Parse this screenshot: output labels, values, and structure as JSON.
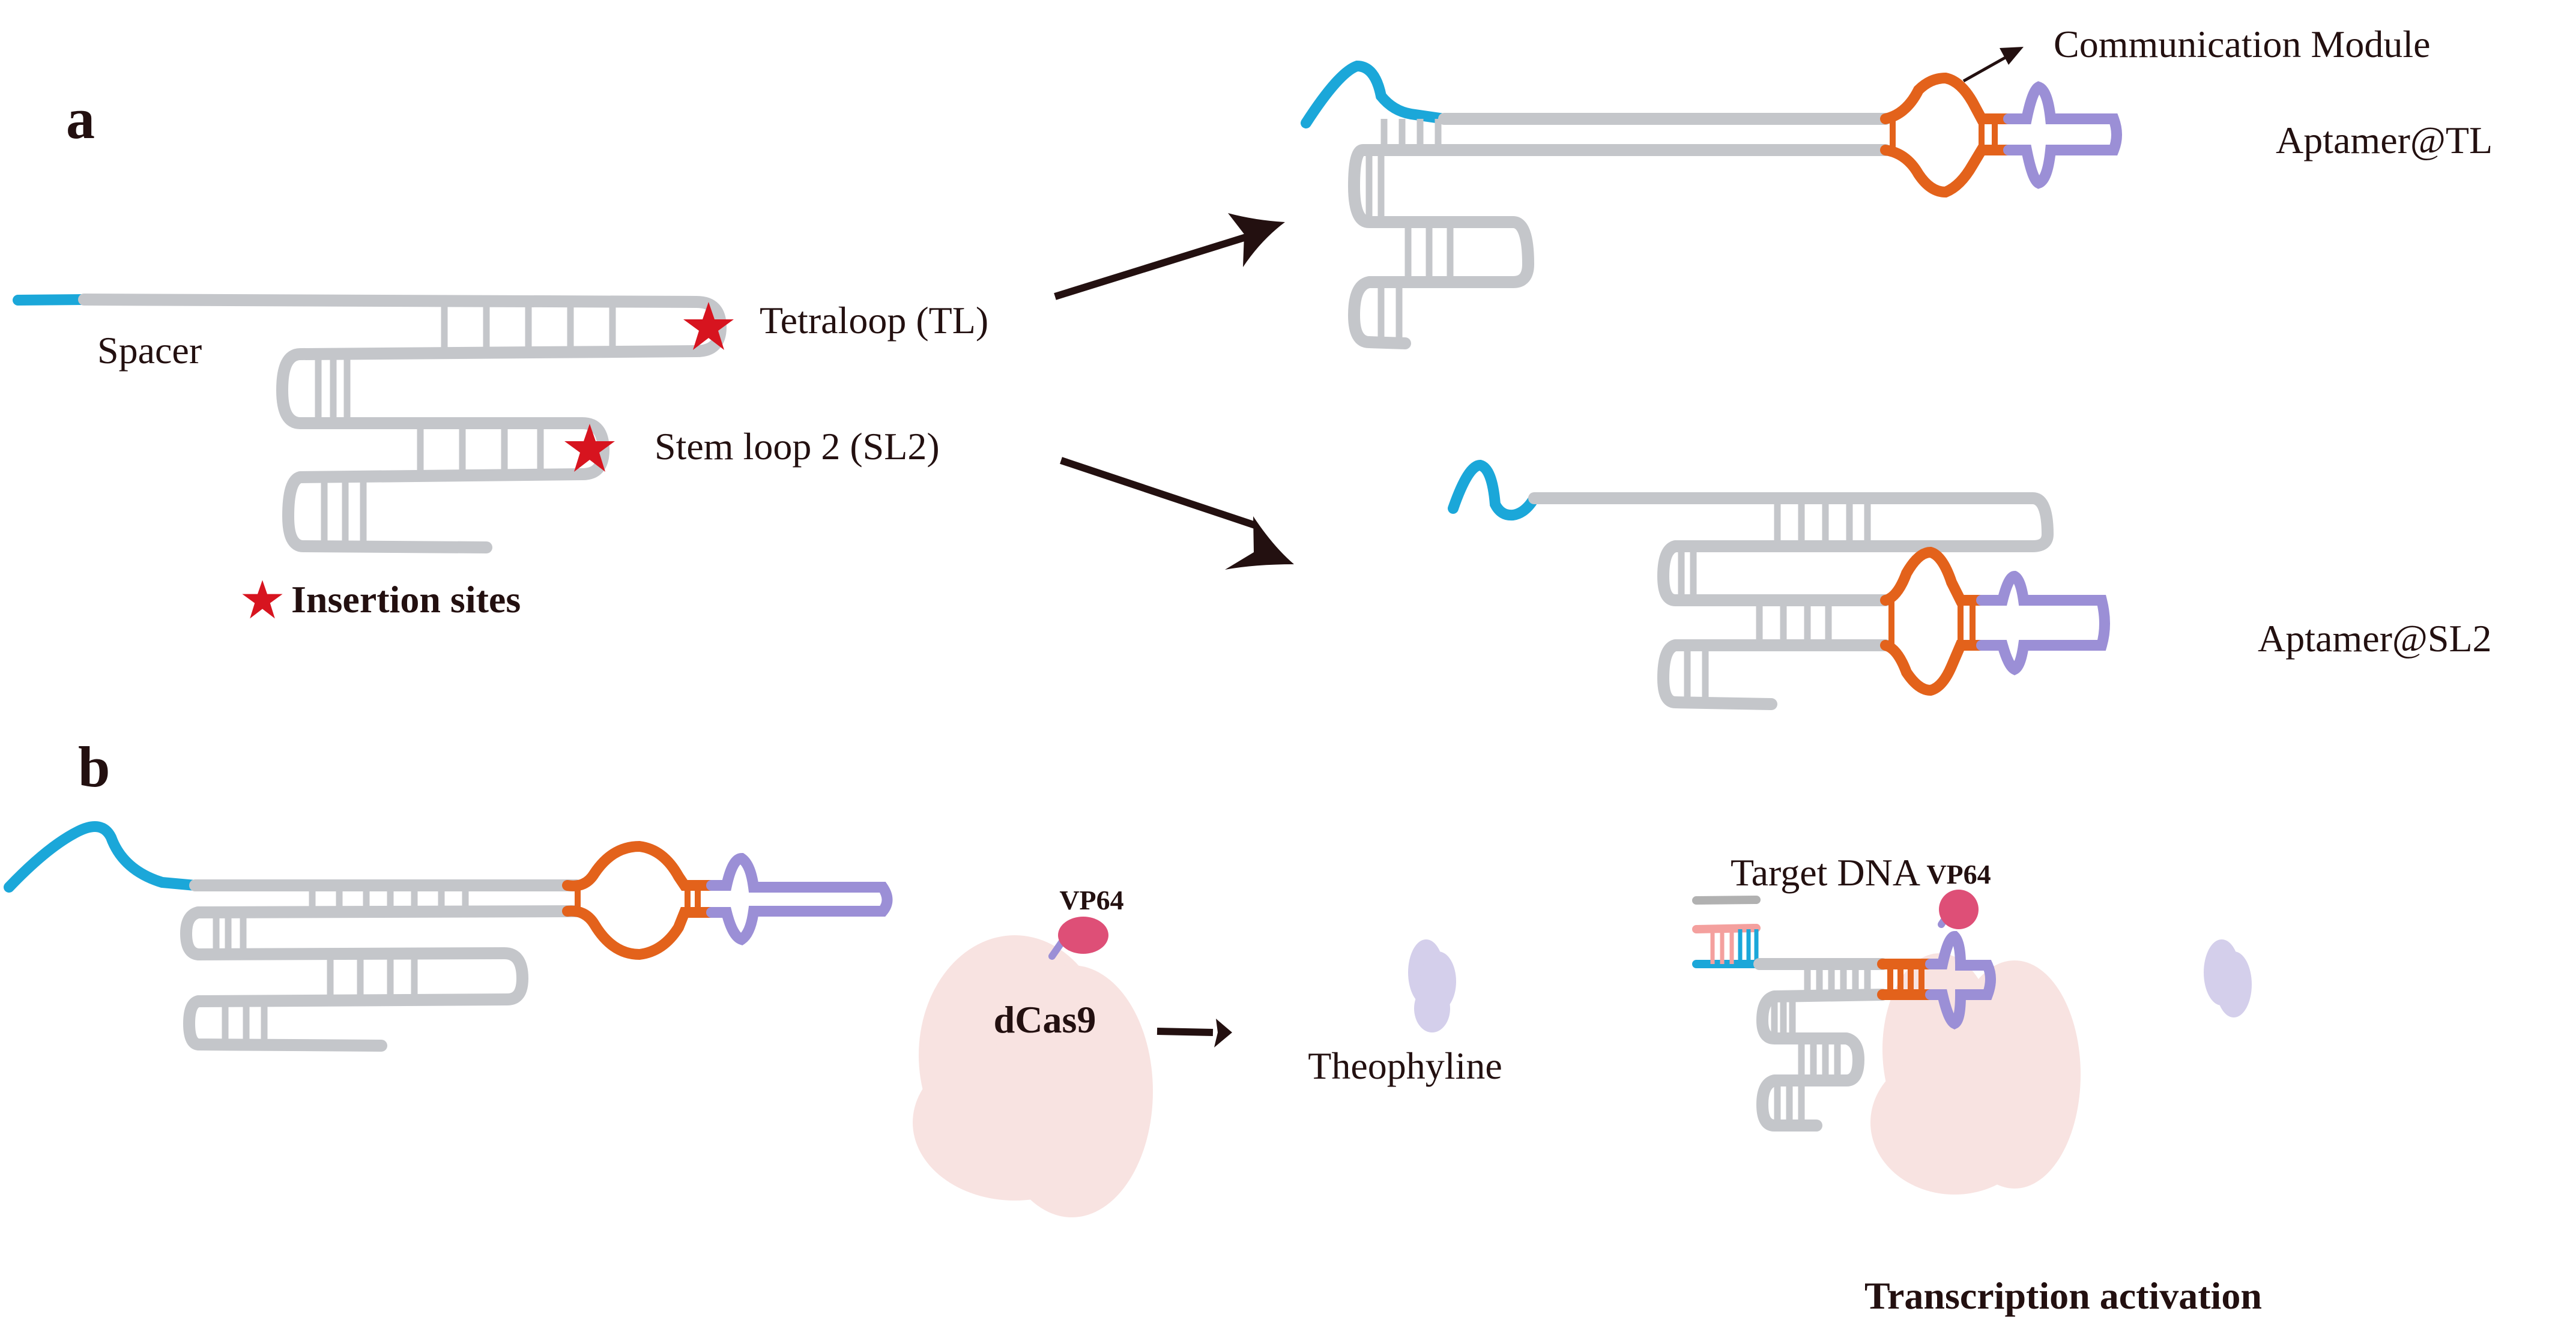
{
  "figure": {
    "panel_a": {
      "label": "a",
      "spacer_label": "Spacer",
      "tetraloop_label": "Tetraloop (TL)",
      "stemloop_label": "Stem loop 2 (SL2)",
      "legend_label": "Insertion sites",
      "communication_module_label": "Communication Module",
      "aptamer_tl_label": "Aptamer@TL",
      "aptamer_sl2_label": "Aptamer@SL2"
    },
    "panel_b": {
      "label": "b",
      "vp64_label": "VP64",
      "dcas9_label": "dCas9",
      "ligand_label": "Theophyline",
      "target_dna_label": "Target DNA",
      "vp64_label_2": "VP64",
      "result_label": "Transcription activation"
    },
    "colors": {
      "spacer": "#1ba7d9",
      "scaffold": "#c4c6ca",
      "communication_module": "#e3621b",
      "aptamer": "#9b8fd6",
      "insertion_star": "#d7141f",
      "vp64": "#de4f77",
      "dcas9": "#f8e3e1",
      "theophylline": "#d4cfeb",
      "target_dna_strand": "#f4a09e"
    },
    "icons": {
      "insertion_marker": "star-icon",
      "reaction_arrow": "arrow-right-icon"
    }
  }
}
